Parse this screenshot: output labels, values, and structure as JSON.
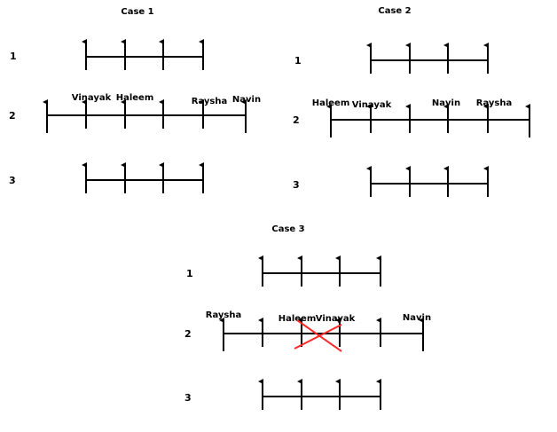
{
  "cases": [
    {
      "title": "Case 1",
      "rows": [
        {
          "number": "1",
          "labels": []
        },
        {
          "number": "2",
          "labels": [
            "Vinayak",
            "Haleem",
            "Raysha",
            "Navin"
          ]
        },
        {
          "number": "3",
          "labels": []
        }
      ]
    },
    {
      "title": "Case 2",
      "rows": [
        {
          "number": "1",
          "labels": []
        },
        {
          "number": "2",
          "labels": [
            "Haleem",
            "Vinayak",
            "Navin",
            "Raysha"
          ]
        },
        {
          "number": "3",
          "labels": []
        }
      ]
    },
    {
      "title": "Case 3",
      "rows": [
        {
          "number": "1",
          "labels": []
        },
        {
          "number": "2",
          "labels": [
            "Raysha",
            "Haleem",
            "Vinayak",
            "Navin"
          ]
        },
        {
          "number": "3",
          "labels": []
        }
      ]
    }
  ],
  "colors": {
    "line": "#000000",
    "cross": "#ff2a2a"
  }
}
